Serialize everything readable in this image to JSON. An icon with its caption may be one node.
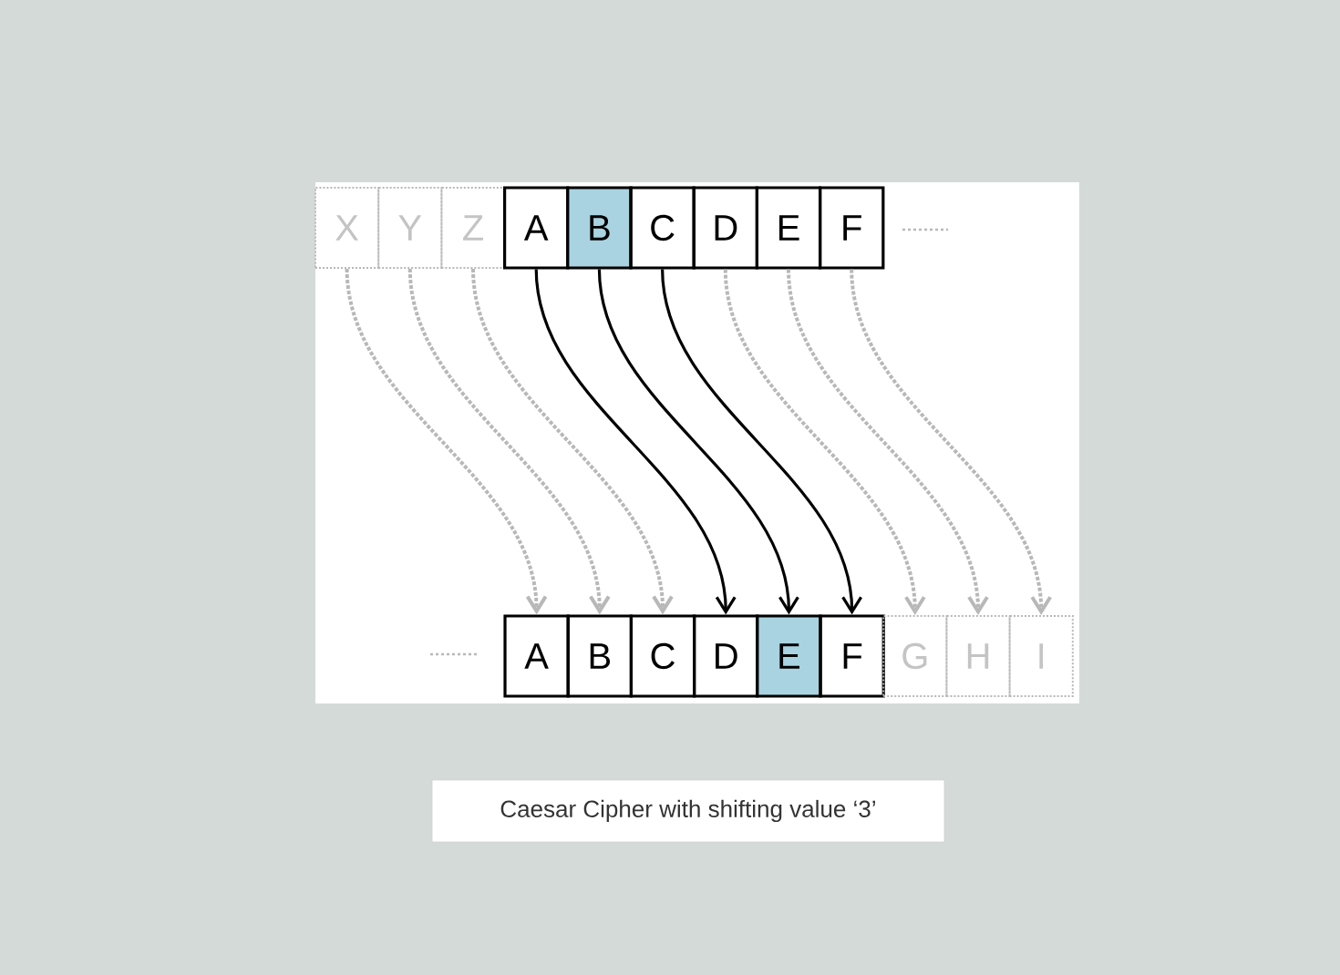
{
  "diagram": {
    "caption": "Caesar Cipher with shifting value ‘3’",
    "nodes": [
      {
        "text": [
          "X"
        ]
      },
      {
        "text": [
          "Y"
        ]
      },
      {
        "text": [
          "Z"
        ]
      },
      {
        "text": [
          "A"
        ]
      },
      {
        "text": [
          "B"
        ]
      },
      {
        "text": [
          "C"
        ]
      },
      {
        "text": [
          "D"
        ]
      },
      {
        "text": [
          "E"
        ]
      },
      {
        "text": [
          "F"
        ]
      },
      {
        "text": [
          "A"
        ]
      },
      {
        "text": [
          "B"
        ]
      },
      {
        "text": [
          "C"
        ]
      },
      {
        "text": [
          "D"
        ]
      },
      {
        "text": [
          "E"
        ]
      },
      {
        "text": [
          "F"
        ]
      },
      {
        "text": [
          "G"
        ]
      },
      {
        "text": [
          "H"
        ]
      },
      {
        "text": [
          "I"
        ]
      }
    ],
    "edges": [
      {
        "from": 0,
        "to": 9,
        "arrow": "to",
        "style": "dashed"
      },
      {
        "from": 1,
        "to": 10,
        "arrow": "to",
        "style": "dashed"
      },
      {
        "from": 2,
        "to": 11,
        "arrow": "to",
        "style": "dashed"
      },
      {
        "from": 3,
        "to": 12,
        "arrow": "to",
        "color": "#000000"
      },
      {
        "from": 4,
        "to": 13,
        "arrow": "to",
        "color": "#000000"
      },
      {
        "from": 5,
        "to": 14,
        "arrow": "to",
        "color": "#000000"
      },
      {
        "from": 6,
        "to": 15,
        "arrow": "to",
        "style": "dashed"
      },
      {
        "from": 7,
        "to": 16,
        "arrow": "to",
        "style": "dashed"
      },
      {
        "from": 8,
        "to": 17,
        "arrow": "to",
        "style": "dashed"
      }
    ]
  }
}
